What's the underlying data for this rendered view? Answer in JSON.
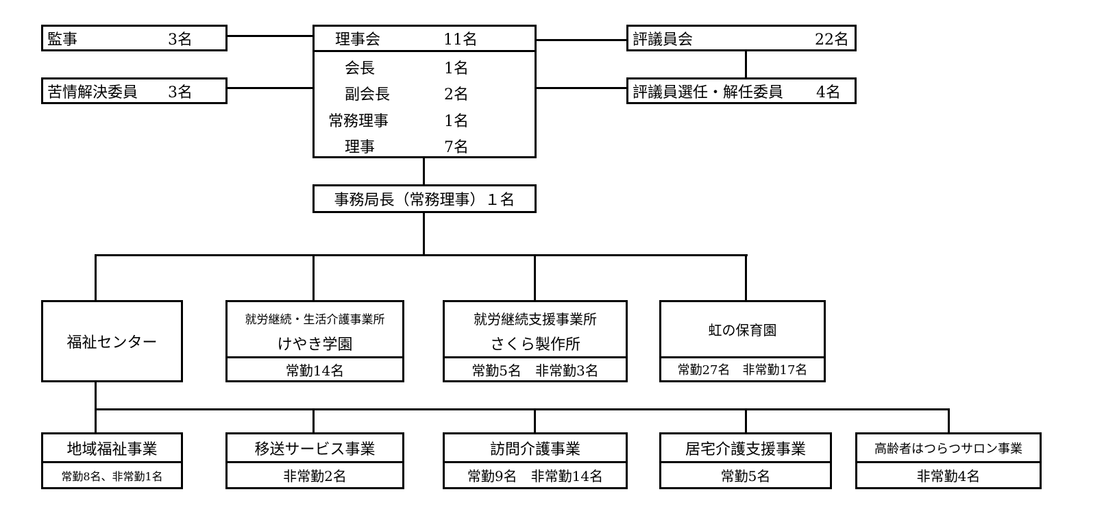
{
  "auditor": {
    "title": "監事",
    "count": "3名"
  },
  "grievance": {
    "title": "苦情解決委員",
    "count": "3名"
  },
  "board": {
    "title": "理事会",
    "count": "11名",
    "members": [
      {
        "role": "会長",
        "count": "1名"
      },
      {
        "role": "副会長",
        "count": "2名"
      },
      {
        "role": "常務理事",
        "count": "1名"
      },
      {
        "role": "理事",
        "count": "7名"
      }
    ]
  },
  "councilors": {
    "title": "評議員会",
    "count": "22名"
  },
  "councilor_committee": {
    "title": "評議員選任・解任委員",
    "count": "4名"
  },
  "secretary_general": {
    "label": "事務局長（常務理事）１名"
  },
  "welfare_center": {
    "title": "福祉センター"
  },
  "keyaki": {
    "line1": "就労継続・生活介護事業所",
    "line2": "けやき学園",
    "staff": "常勤14名"
  },
  "sakura": {
    "line1": "就労継続支援事業所",
    "line2": "さくら製作所",
    "staff": "常勤5名　非常勤3名"
  },
  "nursery": {
    "title": "虹の保育園",
    "staff": "常勤27名　非常勤17名"
  },
  "community": {
    "title": "地域福祉事業",
    "staff": "常勤8名、非常勤1名"
  },
  "transport": {
    "title": "移送サービス事業",
    "staff": "非常勤2名"
  },
  "home_care": {
    "title": "訪問介護事業",
    "staff": "常勤9名　非常勤14名"
  },
  "care_support": {
    "title": "居宅介護支援事業",
    "staff": "常勤5名"
  },
  "salon": {
    "title": "高齢者はつらつサロン事業",
    "staff": "非常勤4名"
  }
}
